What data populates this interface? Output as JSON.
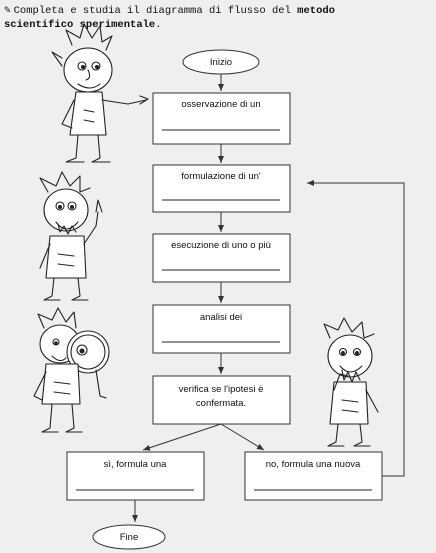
{
  "instructions": {
    "icon": "pencil-icon",
    "text_plain": "Completa e studia il diagramma di flusso del ",
    "text_bold_1": "metodo",
    "text_bold_2": "scientifico sperimentale",
    "text_end": "."
  },
  "flow": {
    "start": "Inizio",
    "steps": [
      {
        "lines": [
          "osservazione di un"
        ]
      },
      {
        "lines": [
          "formulazione di un'"
        ]
      },
      {
        "lines": [
          "esecuzione di uno o più"
        ]
      },
      {
        "lines": [
          "analisi dei"
        ]
      },
      {
        "lines": [
          "verifica se l'ipotesi è",
          "confermata."
        ]
      }
    ],
    "branch_yes": "sì, formula una",
    "branch_no": "no, formula una nuova",
    "end": "Fine"
  },
  "illustrations": [
    "scientist-pointing-cartoon",
    "scientist-thinking-cartoon",
    "scientist-magnifier-cartoon",
    "scientist-pondering-cartoon"
  ]
}
